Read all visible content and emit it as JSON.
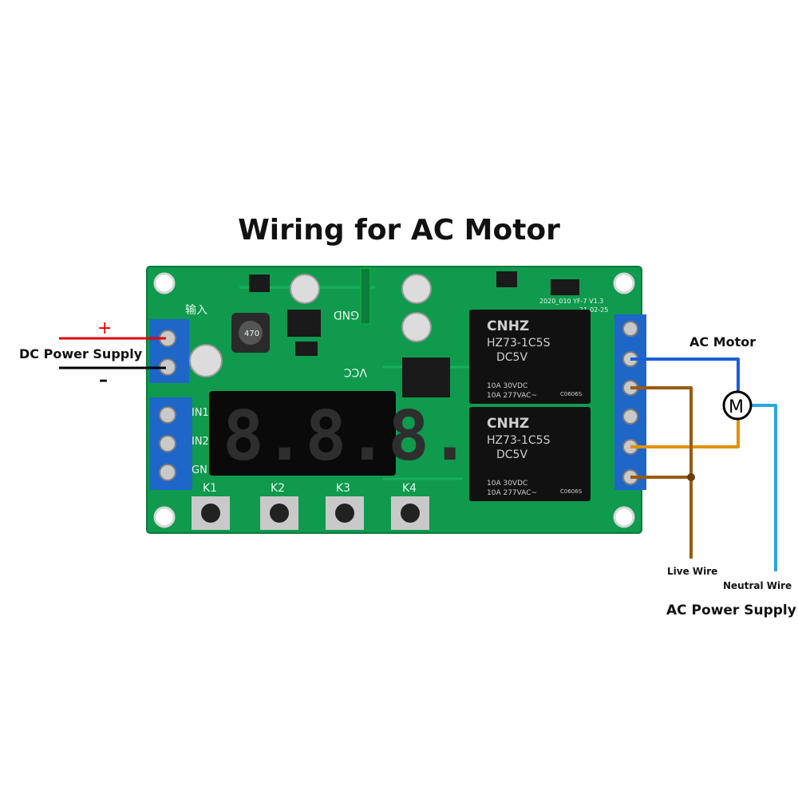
{
  "title": "Wiring for AC Motor",
  "dc_supply": {
    "label": "DC Power Supply",
    "plus": "+",
    "minus": "–"
  },
  "motor": {
    "label": "AC Motor",
    "symbol": "M"
  },
  "ac_supply": {
    "label": "AC Power Supply",
    "live": "Live Wire",
    "neutral": "Neutral Wire"
  },
  "board": {
    "input_label": "输入",
    "gnd": "GND",
    "vcc": "VCC",
    "in1": "IN1",
    "in2": "IN2",
    "gnd_short": "GN",
    "inductor": "470",
    "display": "8.8.8.8.",
    "buttons": [
      "K1",
      "K2",
      "K3",
      "K4"
    ],
    "silk_version": "2020_010 YF-7 V1.3",
    "silk_date": "21-02-25",
    "relay1": {
      "brand": "CNHZ",
      "model": "HZ73-1C5S",
      "coil": "DC5V",
      "rating1": "10A 30VDC",
      "rating2": "10A 277VAC~",
      "code": "C0606S"
    },
    "relay2": {
      "brand": "CNHZ",
      "model": "HZ73-1C5S",
      "coil": "DC5V",
      "rating1": "10A 30VDC",
      "rating2": "10A 277VAC~",
      "code": "C0606S"
    }
  },
  "colors": {
    "pcb": "#0f9a4e",
    "terminal": "#1e66c8",
    "live": "#9a5a0f",
    "live_light": "#e0920c",
    "neutral": "#2aa6df",
    "motor_wire": "#1a5fd6",
    "dc_plus": "#e00000",
    "dc_minus": "#000000"
  }
}
